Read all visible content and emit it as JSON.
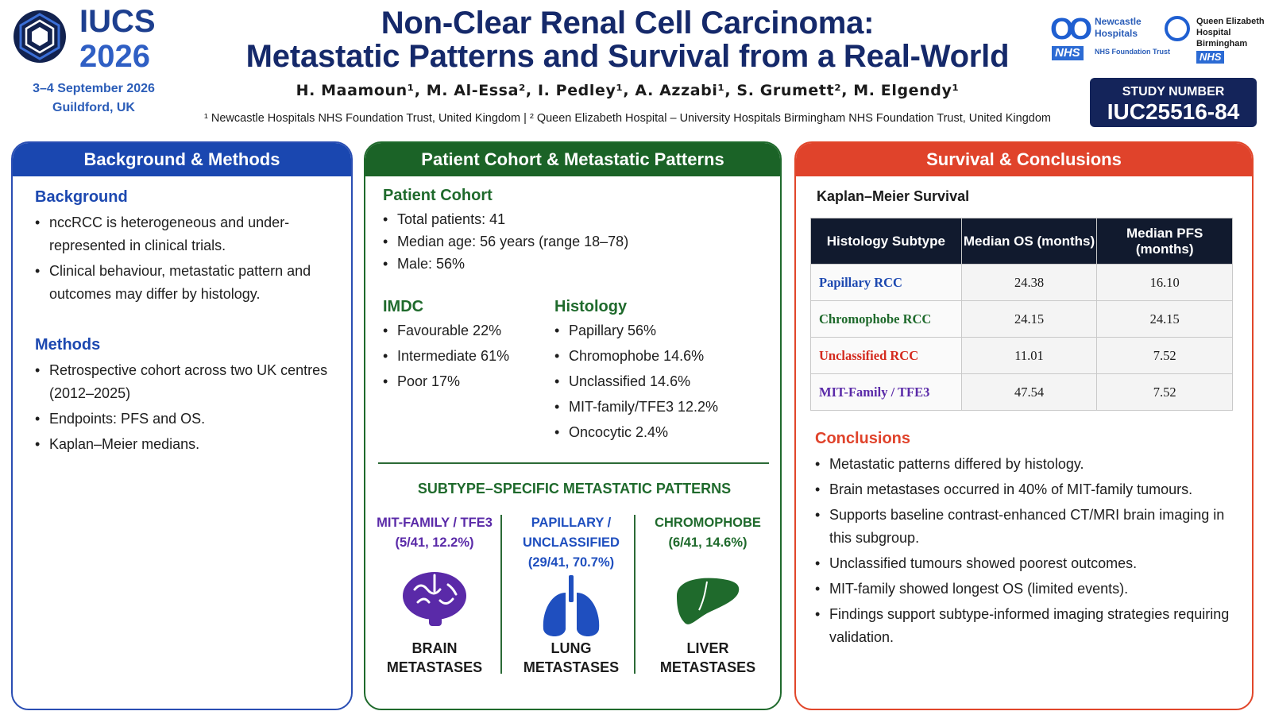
{
  "header": {
    "conference_name": "IUCS",
    "conference_year": "2026",
    "conference_date": "3–4 September 2026",
    "conference_place": "Guildford, UK",
    "title_line1": "Non-Clear Renal Cell Carcinoma:",
    "title_line2": "Metastatic Patterns and Survival from a Real-World",
    "authors": "H. Maamoun¹, M. Al-Essa², I. Pedley¹, A. Azzabi¹, S. Grumett², M. Elgendy¹",
    "affiliations": "¹ Newcastle Hospitals NHS Foundation Trust, United Kingdom   |   ² Queen Elizabeth Hospital – University Hospitals Birmingham NHS Foundation Trust, United Kingdom",
    "logo1_name": "Newcastle Hospitals",
    "logo1_nhs": "NHS",
    "logo1_trust": "NHS Foundation Trust",
    "logo2_name": "Queen Elizabeth Hospital Birmingham",
    "logo2_nhs": "NHS",
    "study_label": "STUDY NUMBER",
    "study_number": "IUC25516-84"
  },
  "panel1": {
    "heading": "Background & Methods",
    "background_title": "Background",
    "background_items": [
      "nccRCC is heterogeneous and under-represented in clinical trials.",
      "Clinical behaviour, metastatic pattern and outcomes may differ by histology."
    ],
    "methods_title": "Methods",
    "methods_items": [
      "Retrospective cohort across two UK centres (2012–2025)",
      "Endpoints: PFS and OS.",
      "Kaplan–Meier medians."
    ]
  },
  "panel2": {
    "heading": "Patient Cohort & Metastatic Patterns",
    "cohort_title": "Patient Cohort",
    "cohort_items": [
      "Total patients: 41",
      "Median age: 56 years (range 18–78)",
      "Male: 56%"
    ],
    "imdc_title": "IMDC",
    "imdc_items": [
      "Favourable 22%",
      "Intermediate 61%",
      "Poor 17%"
    ],
    "histology_title": "Histology",
    "histology_items": [
      "Papillary 56%",
      "Chromophobe 14.6%",
      "Unclassified 14.6%",
      "MIT-family/TFE3 12.2%",
      "Oncocytic 2.4%"
    ],
    "patterns_title": "SUBTYPE–SPECIFIC METASTATIC PATTERNS",
    "patterns": [
      {
        "head": "MIT-FAMILY / TFE3 (5/41, 12.2%)",
        "icon": "brain-icon",
        "label": "BRAIN METASTASES",
        "color": "#5a2aa8"
      },
      {
        "head": "PAPILLARY / UNCLASSIFIED (29/41, 70.7%)",
        "icon": "lung-icon",
        "label": "LUNG METASTASES",
        "color": "#1f4fbf"
      },
      {
        "head": "CHROMOPHOBE (6/41, 14.6%)",
        "icon": "liver-icon",
        "label": "LIVER METASTASES",
        "color": "#1f6a2c"
      }
    ]
  },
  "panel3": {
    "heading": "Survival & Conclusions",
    "km_title": "Kaplan–Meier Survival",
    "table_headers": [
      "Histology Subtype",
      "Median OS (months)",
      "Median PFS (months)"
    ],
    "table_rows": [
      {
        "subtype": "Papillary RCC",
        "os": "24.38",
        "pfs": "16.10",
        "color": "#1c48b0"
      },
      {
        "subtype": "Chromophobe RCC",
        "os": "24.15",
        "pfs": "24.15",
        "color": "#1f6a2c"
      },
      {
        "subtype": "Unclassified RCC",
        "os": "11.01",
        "pfs": "7.52",
        "color": "#d42a1e"
      },
      {
        "subtype": "MIT-Family / TFE3",
        "os": "47.54",
        "pfs": "7.52",
        "color": "#5a2aa8"
      }
    ],
    "conclusions_title": "Conclusions",
    "conclusions_items": [
      "Metastatic patterns differed by histology.",
      "Brain metastases occurred in 40% of MIT-family tumours.",
      "Supports baseline contrast-enhanced CT/MRI brain imaging in this subgroup.",
      "Unclassified tumours showed poorest outcomes.",
      "MIT-family showed longest OS (limited events).",
      "Findings support subtype-informed imaging strategies requiring validation."
    ]
  },
  "colors": {
    "navy": "#15296a",
    "blue_panel": "#1a47b0",
    "green_panel": "#1b6327",
    "red_panel": "#e0432b"
  }
}
